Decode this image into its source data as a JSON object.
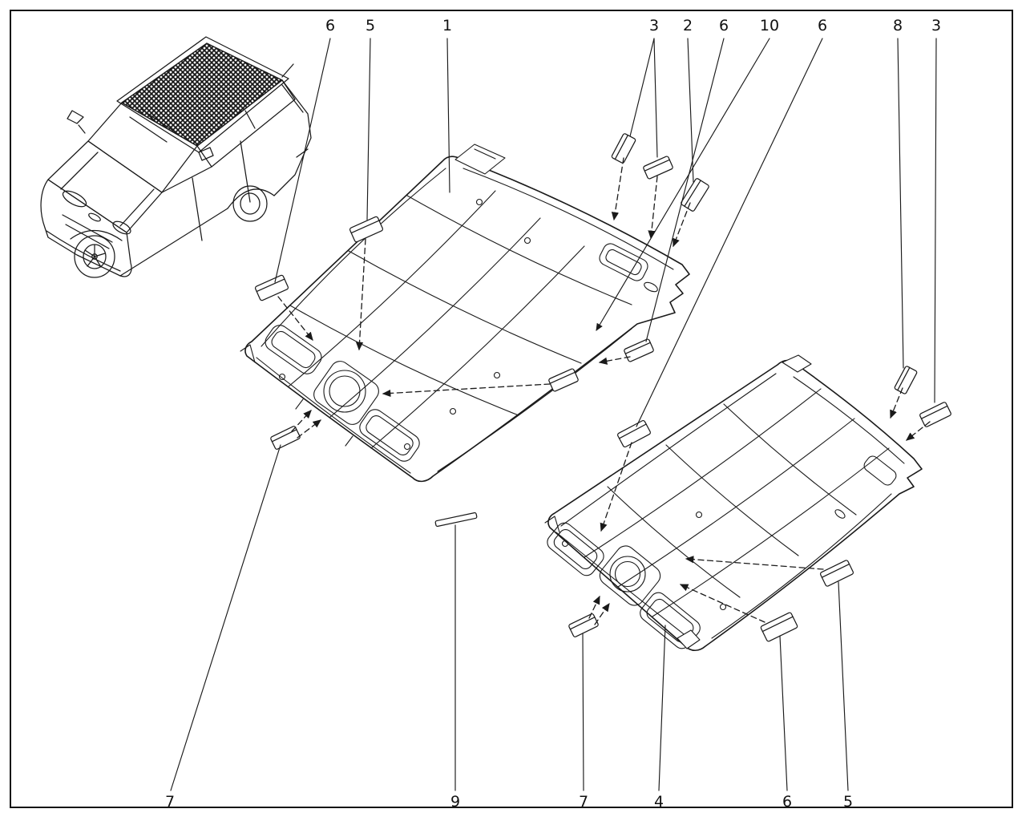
{
  "colors": {
    "background": "#ffffff",
    "line": "#1a1a1a"
  },
  "callouts": {
    "top": [
      {
        "label": "6"
      },
      {
        "label": "5"
      },
      {
        "label": "1"
      },
      {
        "label": "3"
      },
      {
        "label": "2"
      },
      {
        "label": "6"
      },
      {
        "label": "10"
      },
      {
        "label": "6"
      },
      {
        "label": "8"
      },
      {
        "label": "3"
      }
    ],
    "bottom": [
      {
        "label": "7"
      },
      {
        "label": "9"
      },
      {
        "label": "7"
      },
      {
        "label": "4"
      },
      {
        "label": "6"
      },
      {
        "label": "5"
      }
    ]
  }
}
